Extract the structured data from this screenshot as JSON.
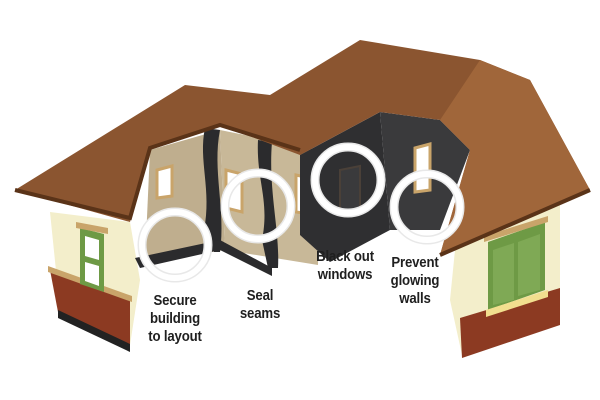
{
  "diagram": {
    "subject": "cutaway house set",
    "colors": {
      "roof": "#8b5530",
      "roof_light": "#a0663a",
      "roof_edge": "#5a3318",
      "wall_cream": "#f3eecb",
      "wall_tan": "#bfae8e",
      "wall_tan_dark": "#a89778",
      "seal_black": "#2b2b2d",
      "brick": "#8c3a22",
      "window_green": "#6e9a45",
      "window_trim": "#c9a46a",
      "circle": "#ffffff"
    },
    "callouts": [
      {
        "id": "secure",
        "lines": [
          "Secure",
          "building",
          "to layout"
        ]
      },
      {
        "id": "seal",
        "lines": [
          "Seal",
          "seams"
        ]
      },
      {
        "id": "blackout",
        "lines": [
          "Black out",
          "windows"
        ]
      },
      {
        "id": "glow",
        "lines": [
          "Prevent",
          "glowing",
          "walls"
        ]
      }
    ]
  }
}
